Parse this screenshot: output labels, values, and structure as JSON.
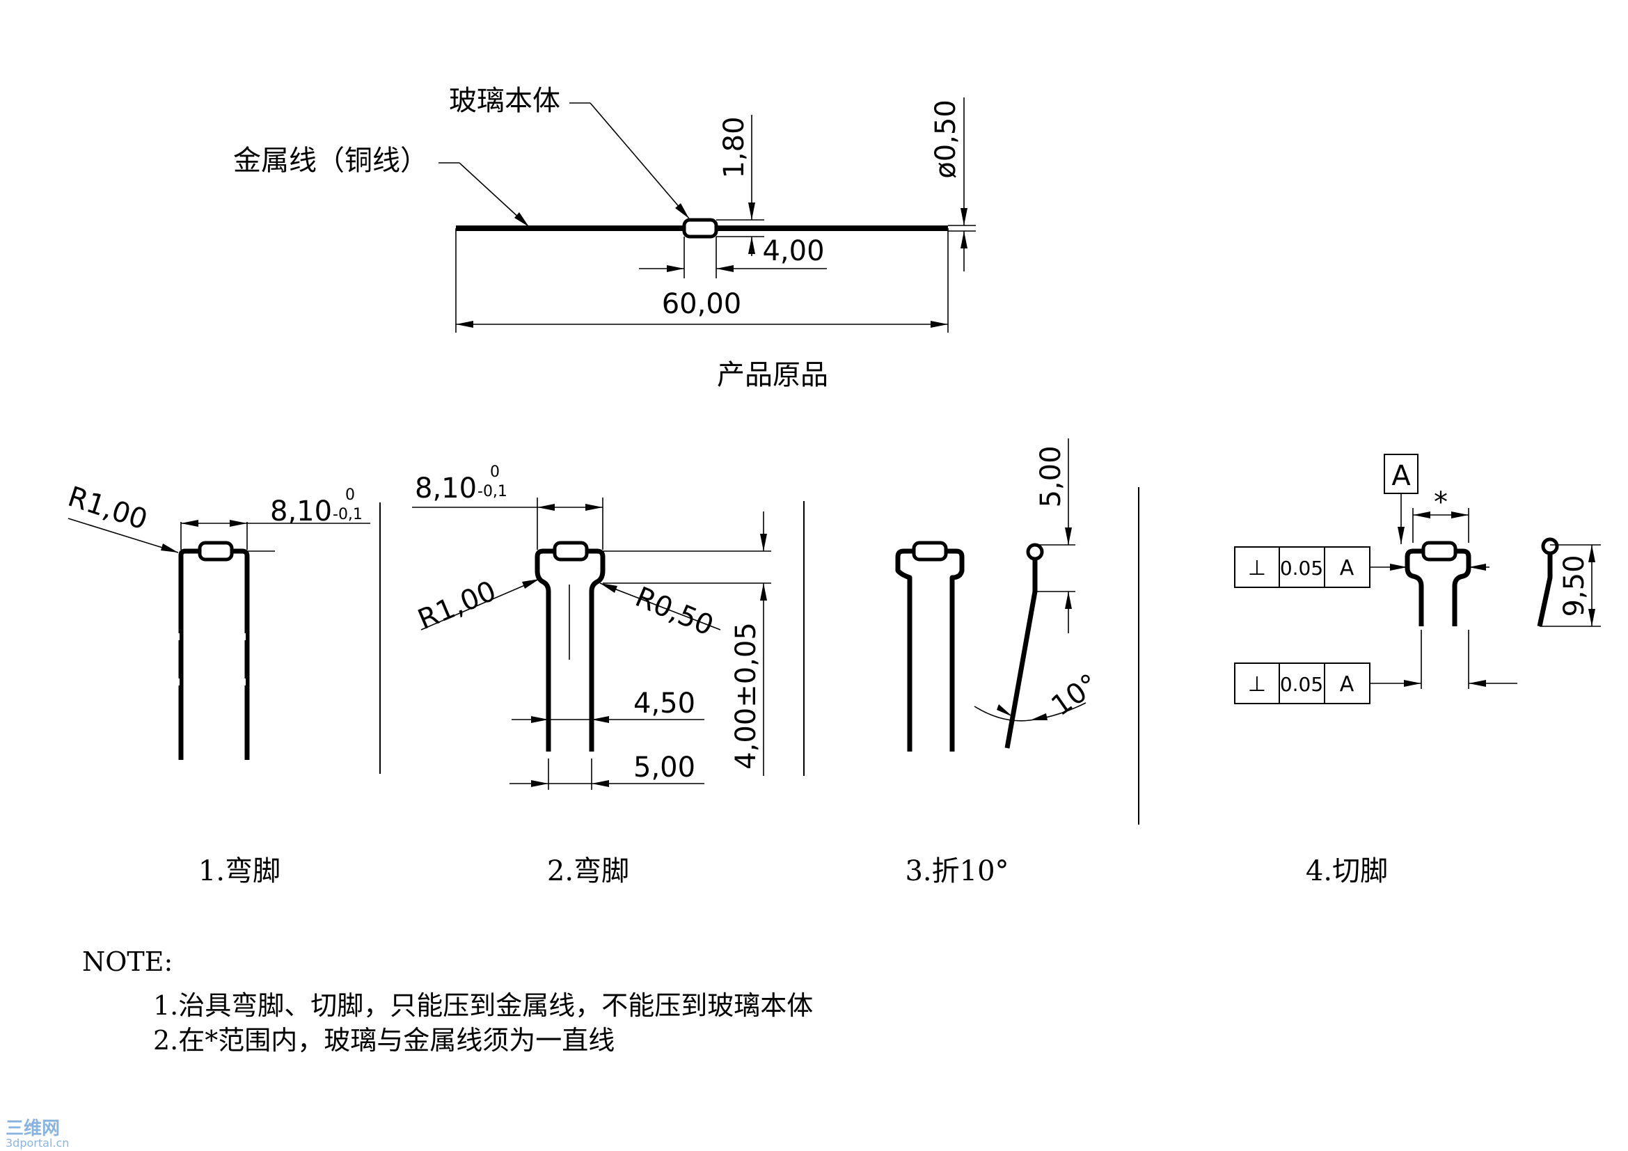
{
  "product": {
    "label_glass": "玻璃本体",
    "label_wire": "金属线（铜线）",
    "dim_height": "1,80",
    "dim_dia": "ø0,50",
    "dim_body": "4,00",
    "dim_total": "60,00",
    "caption": "产品原品"
  },
  "step1": {
    "r_label": "R1,00",
    "w_label": "8,10",
    "tol_upper": "0",
    "tol_lower": "-0,1",
    "caption": "1.弯脚"
  },
  "step2": {
    "w_label": "8,10",
    "tol_upper": "0",
    "tol_lower": "-0,1",
    "r1_label": "R1,00",
    "r2_label": "R0,50",
    "v_label": "4,00±0,05",
    "d1_label": "4,50",
    "d2_label": "5,00",
    "caption": "2.弯脚"
  },
  "step3": {
    "h_label": "5,00",
    "angle_label": "10°",
    "caption": "3.折10°"
  },
  "step4": {
    "datum": "A",
    "star": "*",
    "fcf_symbol": "⊥",
    "fcf_tol": "0.05",
    "fcf_ref": "A",
    "h_label": "9,50",
    "caption": "4.切脚"
  },
  "notes": {
    "title": "NOTE:",
    "line1": "1.治具弯脚、切脚，只能压到金属线，不能压到玻璃本体",
    "line2": "2.在*范围内，玻璃与金属线须为一直线"
  },
  "watermark": {
    "brand": "三维网",
    "site": "3dportal.cn"
  }
}
